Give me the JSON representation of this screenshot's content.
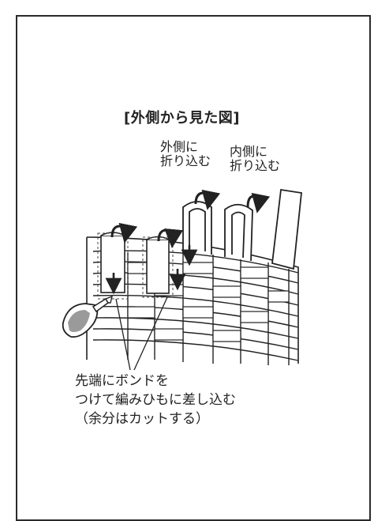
{
  "title": "[外側から見た図]",
  "labels": {
    "outer_fold": [
      "外側に",
      "折り込む"
    ],
    "inner_fold": [
      "内側に",
      "折り込む"
    ]
  },
  "caption": [
    "先端にボンドを",
    "つけて編みひもに差し込む",
    "（余分はカットする）"
  ],
  "colors": {
    "line": "#222222",
    "bottle": "#9a9a9a",
    "background": "#ffffff"
  }
}
